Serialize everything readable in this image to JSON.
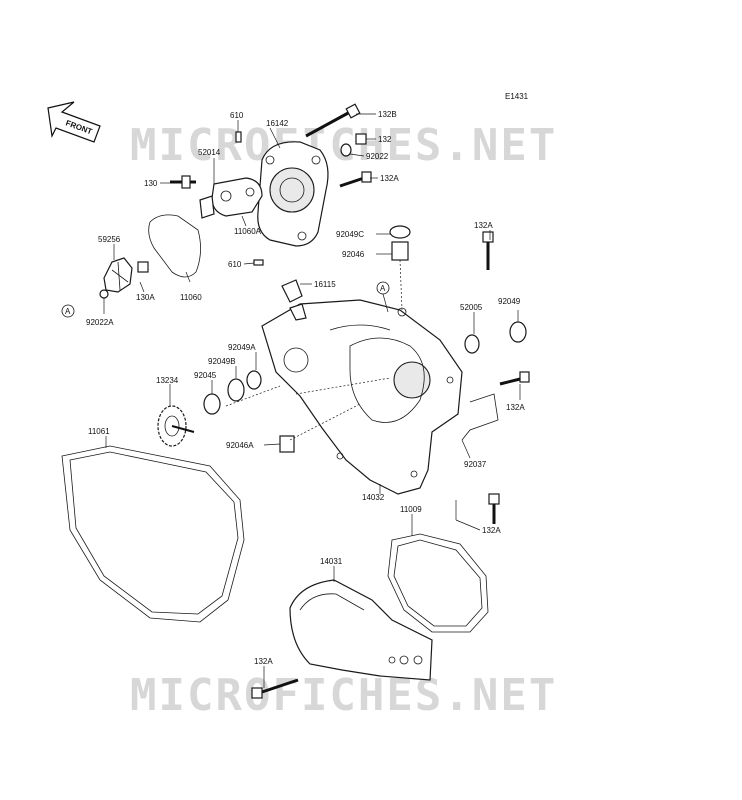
{
  "figure_code": "E1431",
  "front_arrow_label": "FRONT",
  "watermark_text": "MICROFICHES.NET",
  "ref_marker": "A",
  "parts": {
    "p132B": "132B",
    "p610a": "610",
    "p16142": "16142",
    "p132": "132",
    "p92022": "92022",
    "p52014": "52014",
    "p132Aa": "132A",
    "p130": "130",
    "p11060A": "11060A",
    "p610b": "610",
    "p92049C": "92049C",
    "p92046": "92046",
    "p132Ab": "132A",
    "p59256": "59256",
    "p130A": "130A",
    "p11060": "11060",
    "p16115": "16115",
    "p92022A": "92022A",
    "p52005": "52005",
    "p92049": "92049",
    "p92049A": "92049A",
    "p92049B": "92049B",
    "p92045": "92045",
    "p13234": "13234",
    "p132Ac": "132A",
    "p11061": "11061",
    "p92046A": "92046A",
    "p92037": "92037",
    "p14032": "14032",
    "p11009": "11009",
    "p132Ad": "132A",
    "p14031": "14031",
    "p132Ae": "132A"
  }
}
